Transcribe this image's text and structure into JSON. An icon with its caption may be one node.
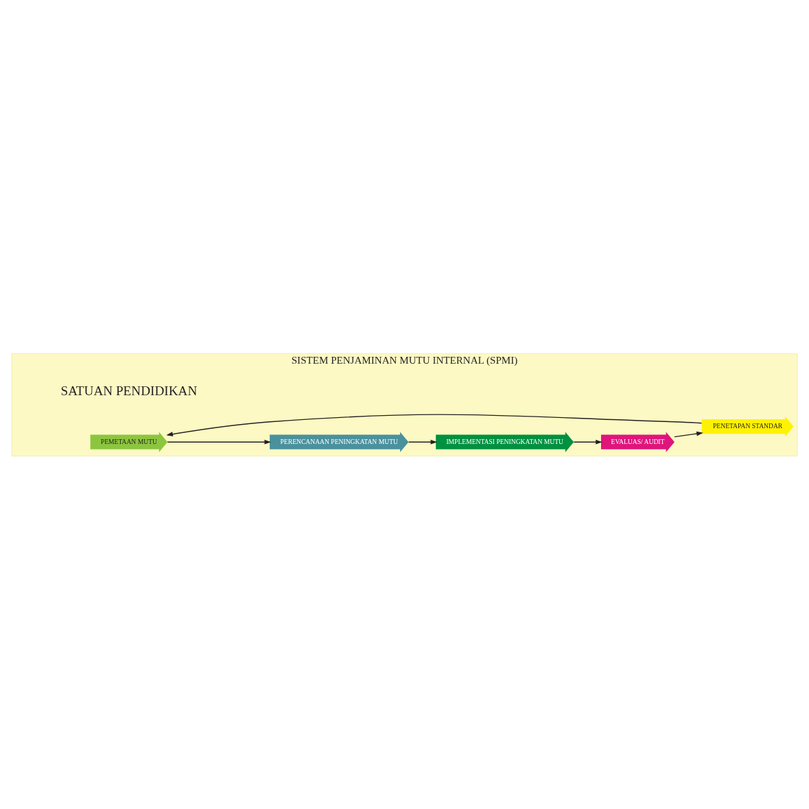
{
  "diagram": {
    "nodes": [
      {
        "text": [
          "SISTEM PENJAMINAN MUTU INTERNAL (SPMI)"
        ]
      },
      {
        "text": [
          "SATUAN PENDIDIKAN"
        ],
        "in": 0
      },
      {
        "text": [
          "PEMETAAN MUTU"
        ],
        "in": 0
      },
      {
        "text": [
          "PERENCANAAN PENINGKATAN MUTU"
        ],
        "in": 0
      },
      {
        "text": [
          "IMPLEMENTASI PENINGKATAN MUTU"
        ],
        "in": 0
      },
      {
        "text": [
          "EVALUAS/ AUDIT"
        ],
        "in": 0
      },
      {
        "text": [
          "PENETAPAN STANDAR"
        ],
        "in": 0
      }
    ],
    "edges": [
      {
        "from": 2,
        "to": 3,
        "arrow": "to"
      },
      {
        "from": 3,
        "to": 4,
        "arrow": "to"
      },
      {
        "from": 4,
        "to": 5,
        "arrow": "to"
      },
      {
        "from": 5,
        "to": 6,
        "arrow": "to"
      },
      {
        "from": 6,
        "to": 2,
        "arrow": "to"
      }
    ]
  }
}
